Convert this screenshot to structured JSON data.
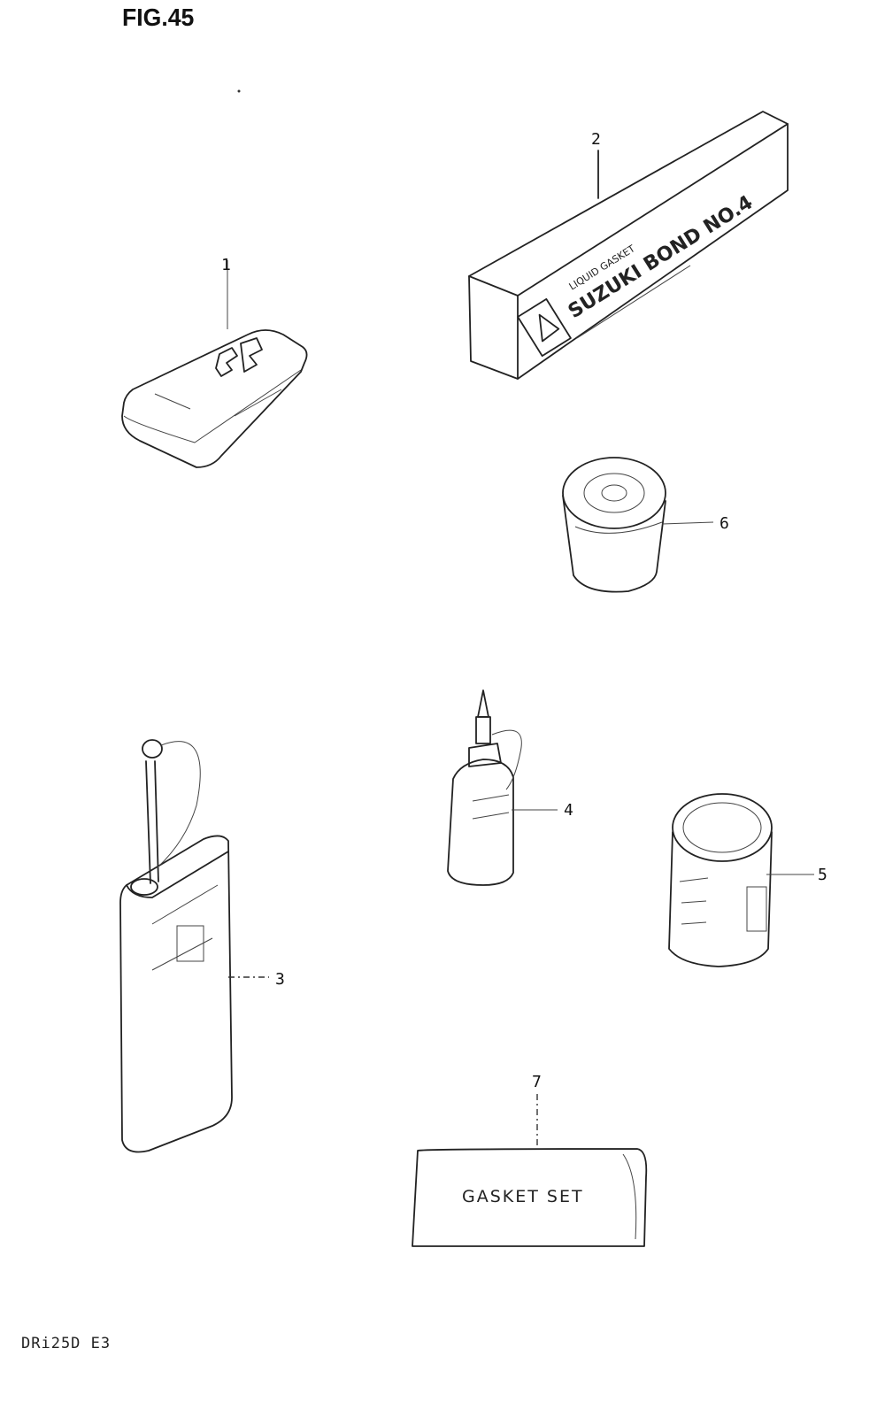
{
  "figure_title": "FIG.45",
  "model_code": "DRi25D E3",
  "callouts": [
    "1",
    "2",
    "3",
    "4",
    "5",
    "6",
    "7"
  ],
  "box_labels": {
    "item2_line1": "LIQUID GASKET",
    "item2_line2": "SUZUKI BOND NO.4",
    "item7": "GASKET SET"
  },
  "colors": {
    "ink": "#222222",
    "paper": "#ffffff"
  }
}
